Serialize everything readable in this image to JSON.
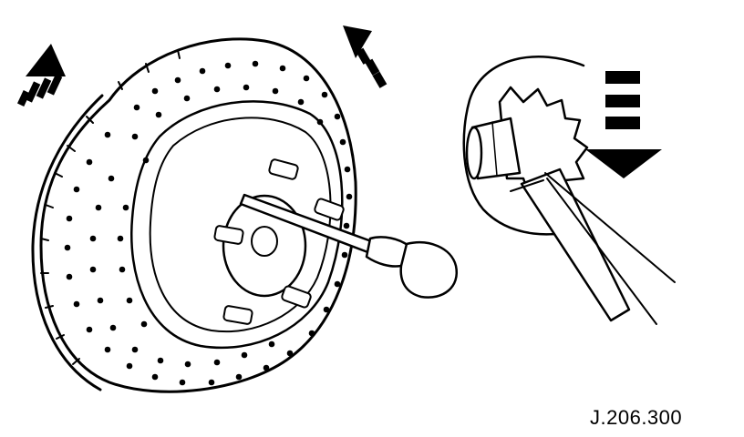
{
  "figure": {
    "reference_code": "J.206.300",
    "ink_color": "#000000",
    "paper_color": "#ffffff"
  },
  "items": {
    "brake_disc": "drilled-brake-disc",
    "tool": "screwdriver",
    "detail_view": "adjuster-star-wheel-detail",
    "rotation_arrows": "rotation-direction-arrows",
    "push_arrow": "downward-direction-arrow"
  }
}
